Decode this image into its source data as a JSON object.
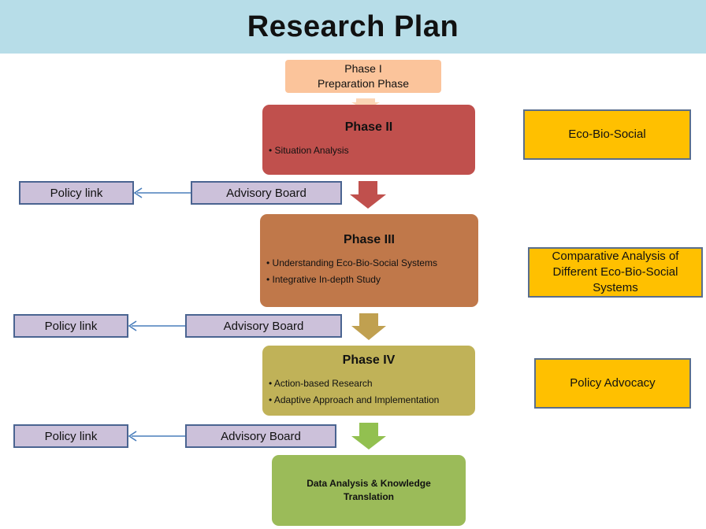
{
  "title": "Research Plan",
  "phase1": {
    "line1": "Phase I",
    "line2": "Preparation Phase"
  },
  "phase2": {
    "title": "Phase II",
    "bullets": [
      "Situation Analysis"
    ]
  },
  "phase3": {
    "title": "Phase III",
    "bullets": [
      "Understanding Eco-Bio-Social Systems",
      "Integrative In-depth Study"
    ]
  },
  "phase4": {
    "title": "Phase IV",
    "bullets": [
      "Action-based Research",
      "Adaptive Approach and Implementation"
    ]
  },
  "final": {
    "line1": "Data Analysis & Knowledge",
    "line2": "Translation"
  },
  "side_boxes": {
    "eco": "Eco-Bio-Social",
    "comparative": [
      "Comparative Analysis of",
      "Different Eco-Bio-Social",
      "Systems"
    ],
    "policy_advocacy": "Policy Advocacy"
  },
  "advisory_label": "Advisory Board",
  "policy_label": "Policy link",
  "colors": {
    "header": "#b7dde8",
    "phase1": "#fbc49b",
    "phase2": "#c0504d",
    "phase3": "#c0784a",
    "phase4": "#c0b258",
    "final": "#9bbb59",
    "side": "#ffc000",
    "link_box": "#ccc1da",
    "connector": "#4a7ebb"
  }
}
